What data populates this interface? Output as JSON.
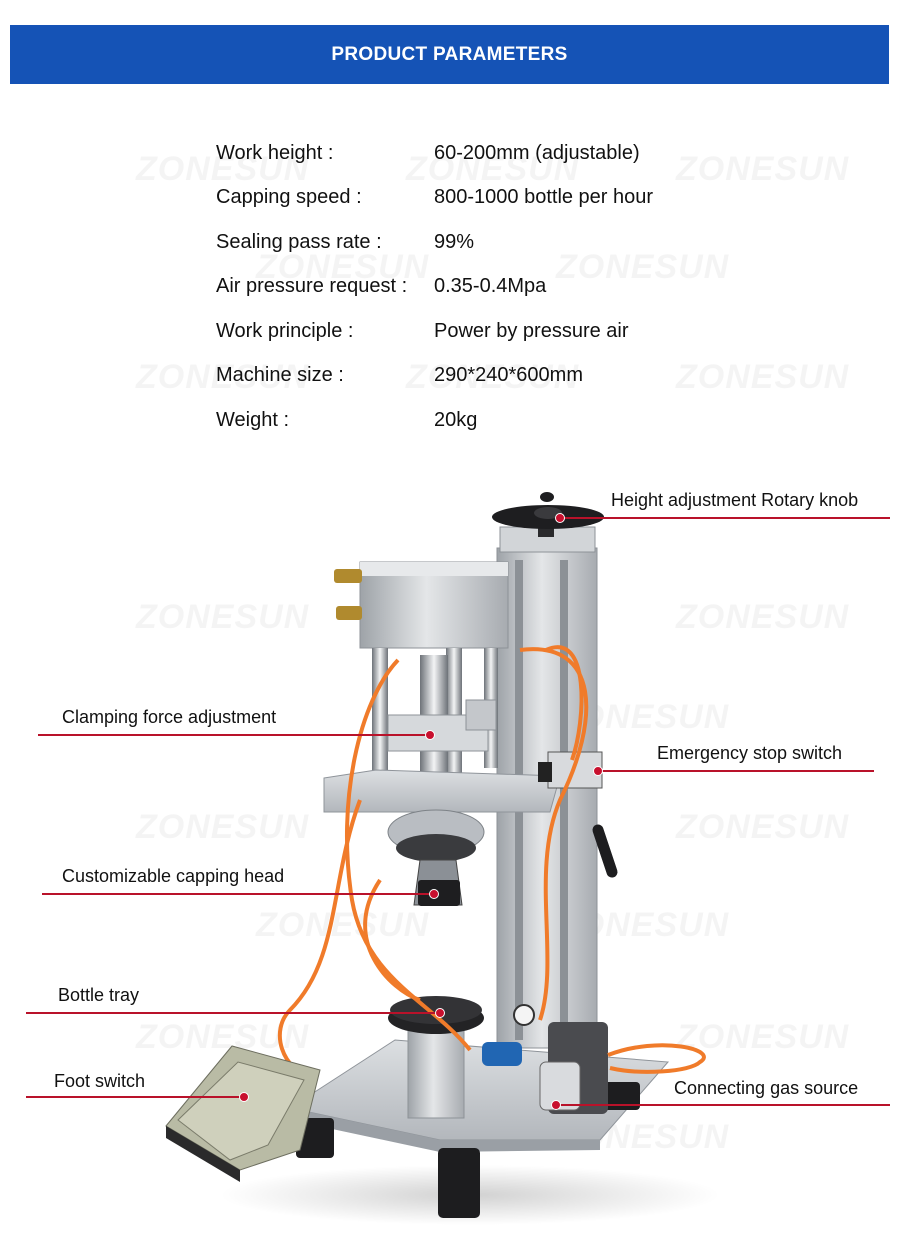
{
  "banner": {
    "title": "PRODUCT PARAMETERS"
  },
  "watermark_text": "ZONESUN",
  "parameters": [
    {
      "label": "Work height :",
      "value": "60-200mm (adjustable)"
    },
    {
      "label": "Capping speed :",
      "value": "800-1000 bottle per hour"
    },
    {
      "label": "Sealing pass rate :",
      "value": "99%"
    },
    {
      "label": "Air pressure request :",
      "value": "0.35-0.4Mpa"
    },
    {
      "label": "Work principle :",
      "value": "Power by pressure air"
    },
    {
      "label": "Machine size :",
      "value": "290*240*600mm"
    },
    {
      "label": "Weight :",
      "value": "20kg"
    }
  ],
  "callouts": {
    "height_knob": "Height adjustment Rotary knob",
    "clamping_force": "Clamping force adjustment",
    "emergency_stop": "Emergency stop switch",
    "capping_head": "Customizable capping head",
    "bottle_tray": "Bottle tray",
    "foot_switch": "Foot switch",
    "gas_source": "Connecting gas source"
  },
  "colors": {
    "banner": "#1553b6",
    "callout_line": "#b9122a",
    "tubing": "#f07b2a",
    "aluminum": "#c9ccd0"
  }
}
